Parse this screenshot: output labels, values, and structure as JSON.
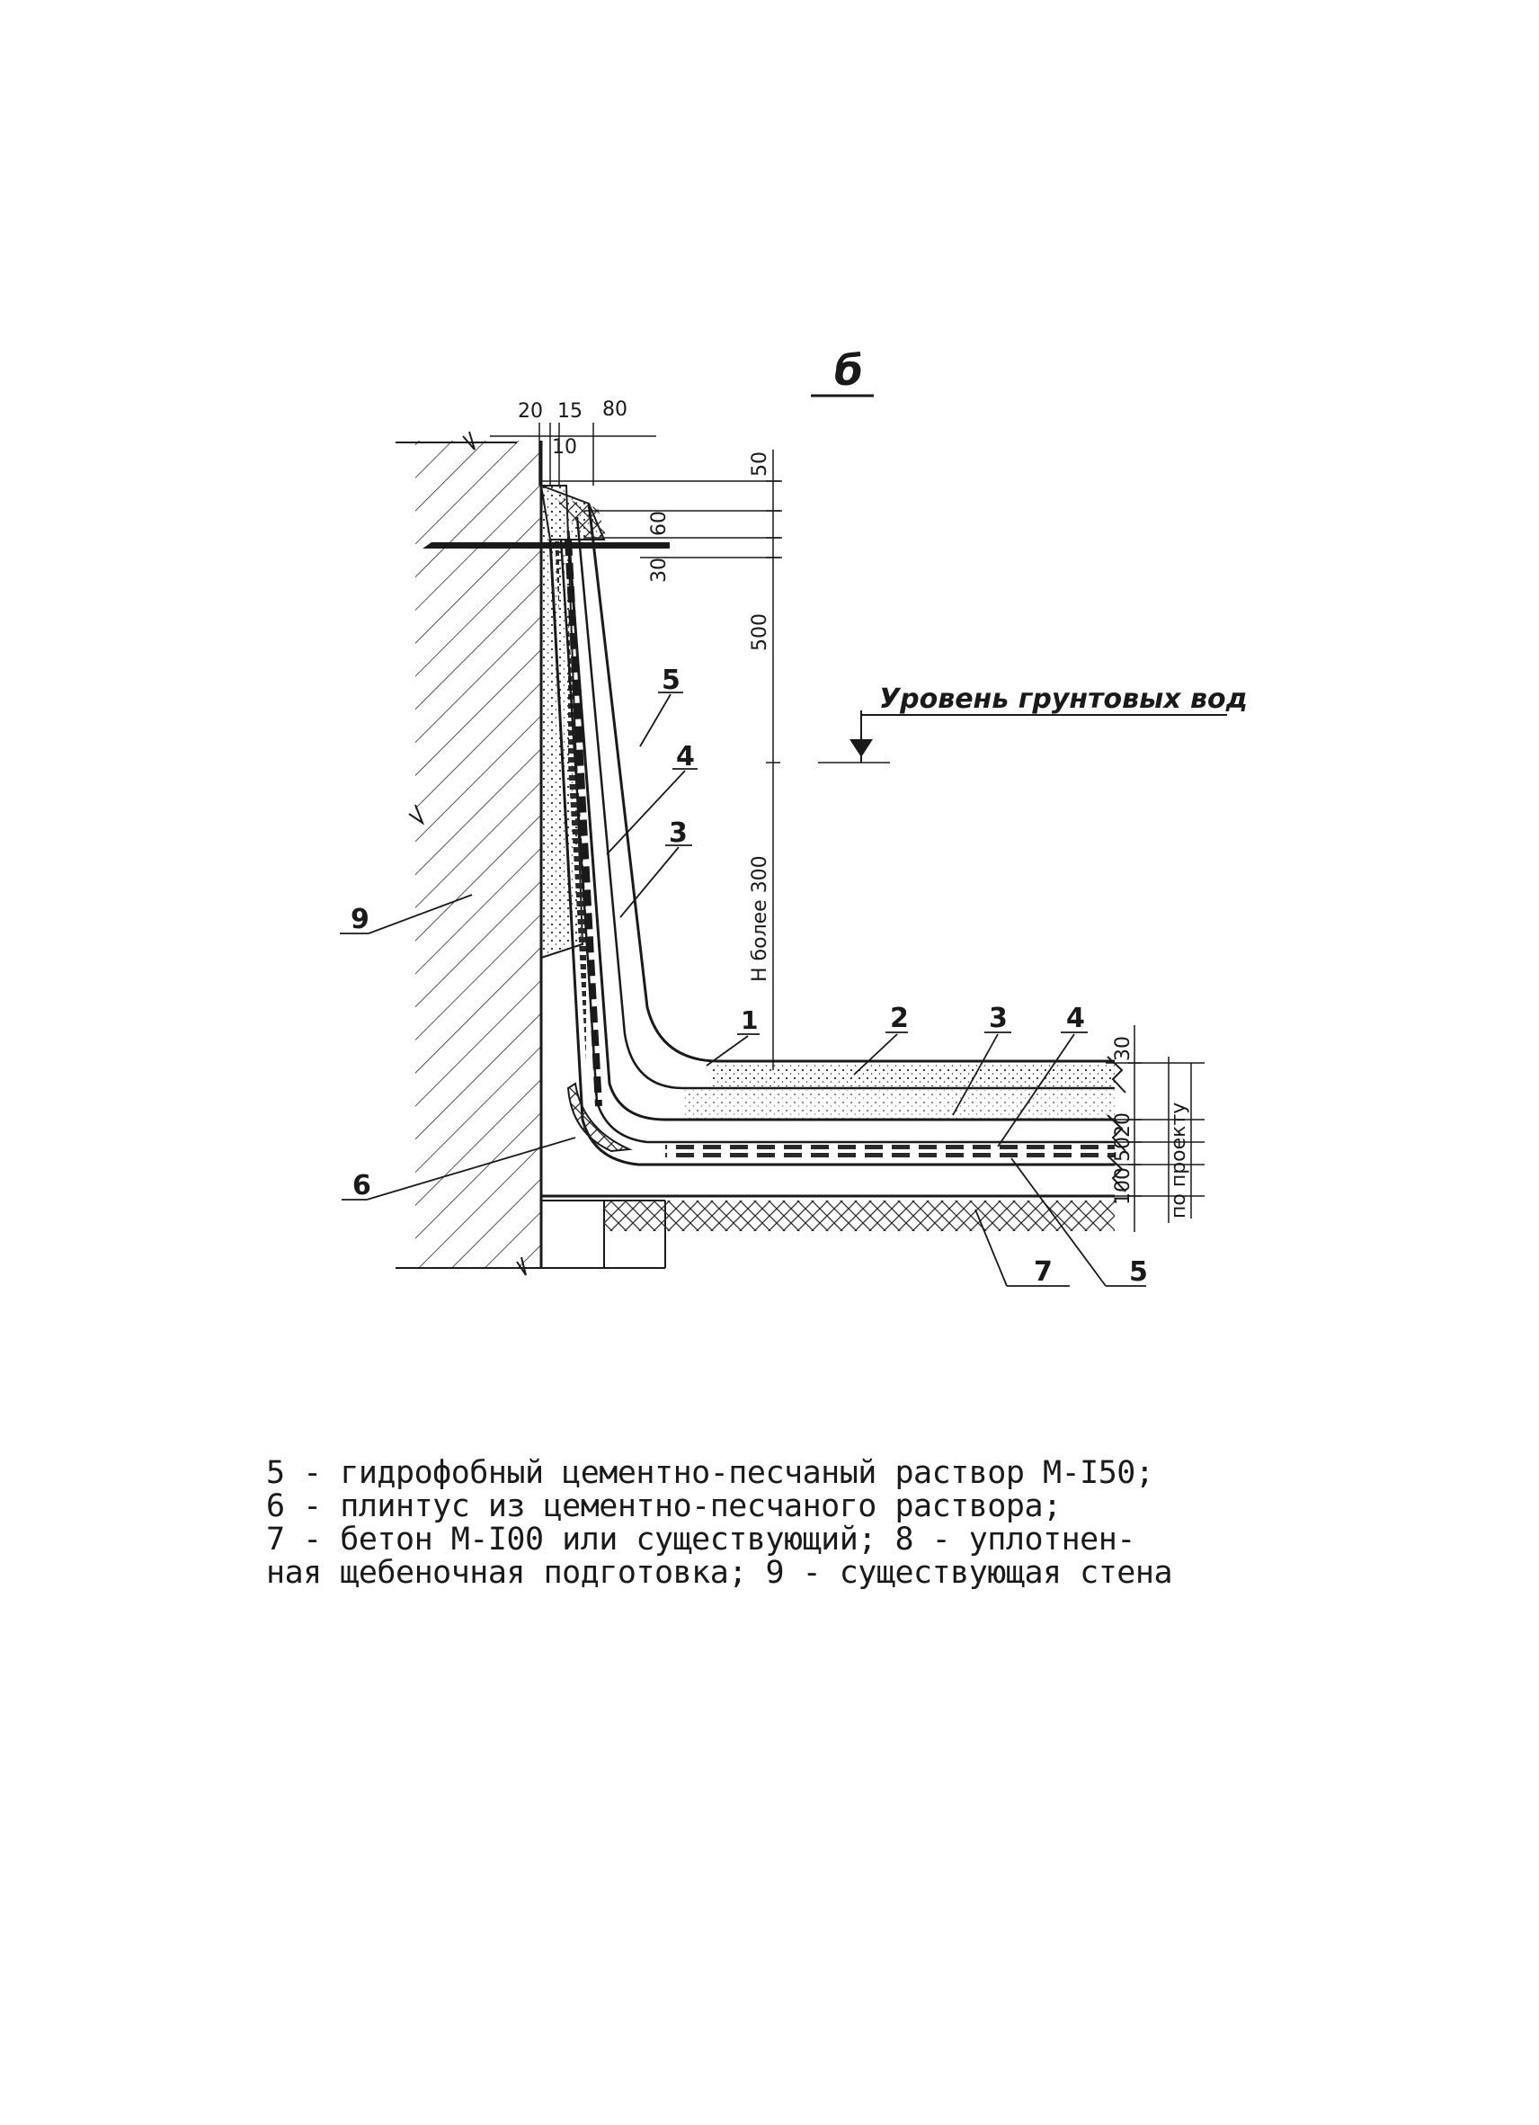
{
  "figure": {
    "title": "б",
    "groundwater_label": "Уровень грунтовых вод",
    "dimensions": {
      "d20": "20",
      "d15": "15",
      "d80": "80",
      "d10": "10",
      "d50": "50",
      "d60": "60",
      "d30_top": "30",
      "d500": "500",
      "h_max": "H более 300",
      "d30_floor": "30",
      "d20_floor": "20",
      "d50_floor": "50",
      "d100": "100",
      "by_project": "по проекту"
    },
    "callouts": {
      "c1": "1",
      "c2": "2",
      "c3_wall": "3",
      "c3_floor": "3",
      "c4_wall": "4",
      "c4_floor": "4",
      "c5_wall": "5",
      "c5_floor": "5",
      "c6": "6",
      "c7": "7",
      "c9": "9"
    }
  },
  "legend": {
    "lines": [
      "5 - гидрофобный цементно-песчаный раствор М-I50;",
      "6 - плинтус из цементно-песчаного раствора;",
      "7 - бетон М-I00 или существующий; 8 - уплотнен-",
      "ная щебеночная подготовка; 9 - существующая стена"
    ]
  }
}
